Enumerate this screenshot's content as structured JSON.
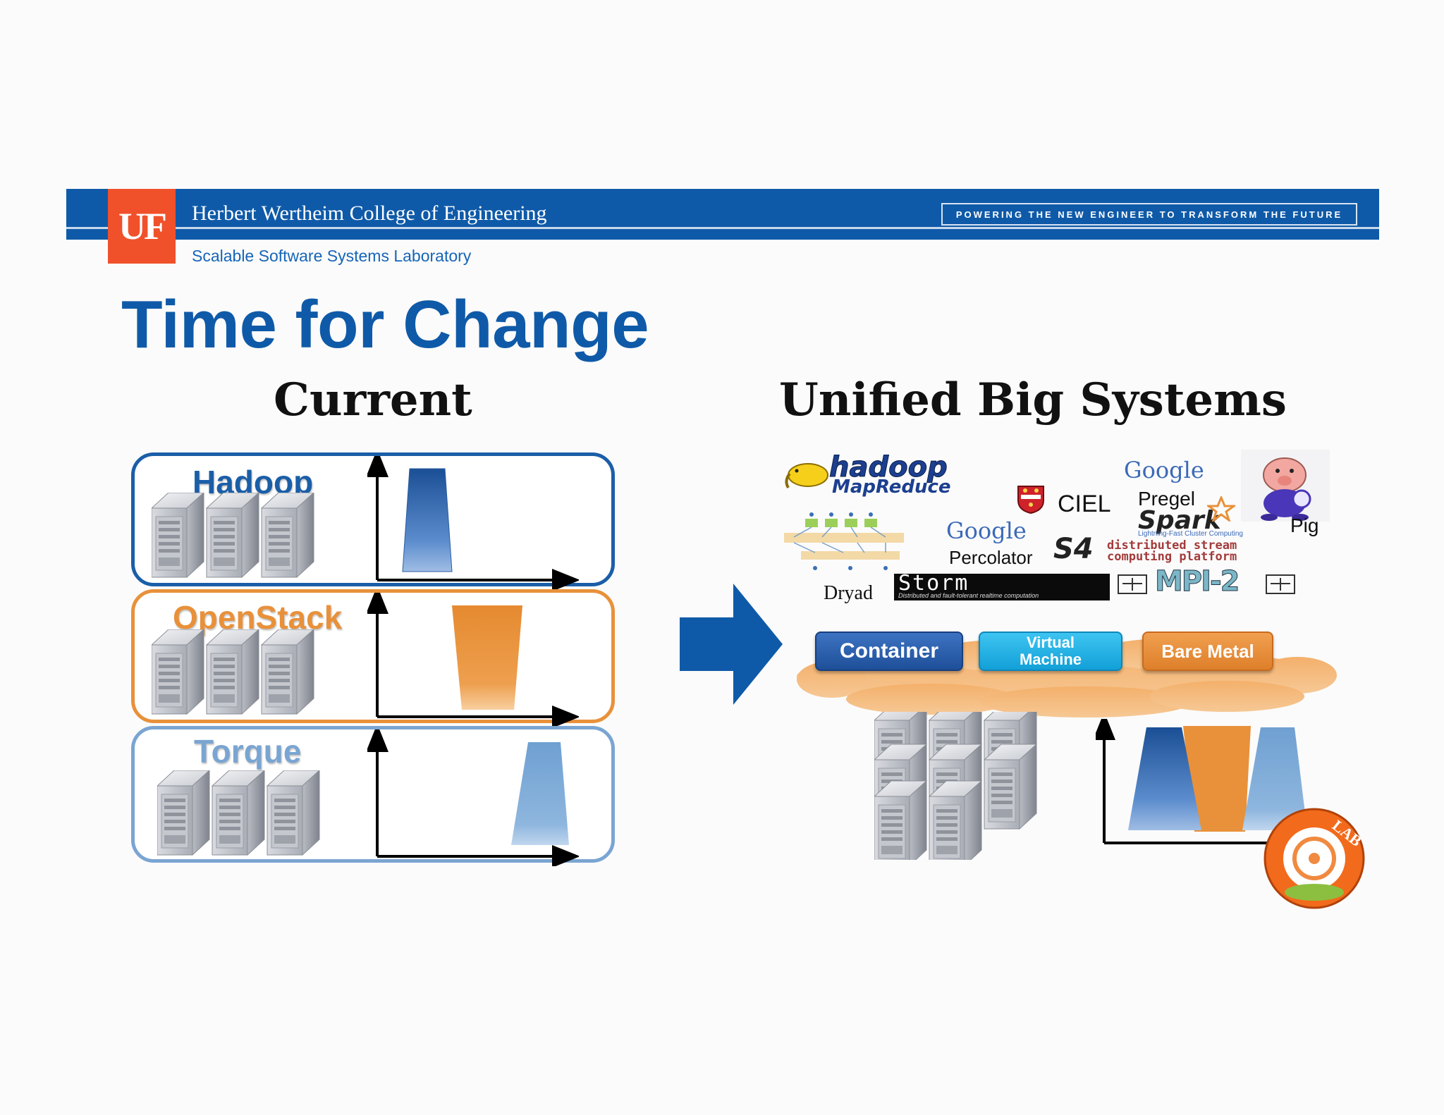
{
  "header": {
    "logo": "UF",
    "college": "Herbert Wertheim College of Engineering",
    "tagline": "POWERING THE NEW ENGINEER TO TRANSFORM THE FUTURE",
    "lab": "Scalable Software Systems Laboratory"
  },
  "title": "Time for Change",
  "left": {
    "heading": "Current",
    "panels": [
      {
        "name": "Hadoop",
        "color": "#1b5ea8"
      },
      {
        "name": "OpenStack",
        "color": "#e8913a"
      },
      {
        "name": "Torque",
        "color": "#7aa5d2"
      }
    ]
  },
  "right": {
    "heading": "Unified Big Systems",
    "frameworks": {
      "hadoop_top": "hadoop",
      "hadoop_bottom": "MapReduce",
      "ciel": "CIEL",
      "google1": "Google",
      "pregel": "Pregel",
      "spark": "Spark",
      "spark_tag": "Lightning-Fast Cluster Computing",
      "pig": "Pig",
      "google2": "Google",
      "percolator": "Percolator",
      "s4": "S4",
      "s4_tag_1": "distributed stream",
      "s4_tag_2": "computing platform",
      "dryad": "Dryad",
      "storm": "Storm",
      "storm_tag": "Distributed and fault-tolerant realtime computation",
      "mpi": "MPI-2"
    },
    "platforms": [
      {
        "label": "Container",
        "color": "#2d62b0"
      },
      {
        "label_1": "Virtual",
        "label_2": "Machine",
        "color": "#21b3ea"
      },
      {
        "label": "Bare Metal",
        "color": "#e8913a"
      }
    ],
    "badge": "LAB",
    "colors": {
      "cloud": "#f0a257",
      "arrow": "#0f5aa8"
    }
  }
}
